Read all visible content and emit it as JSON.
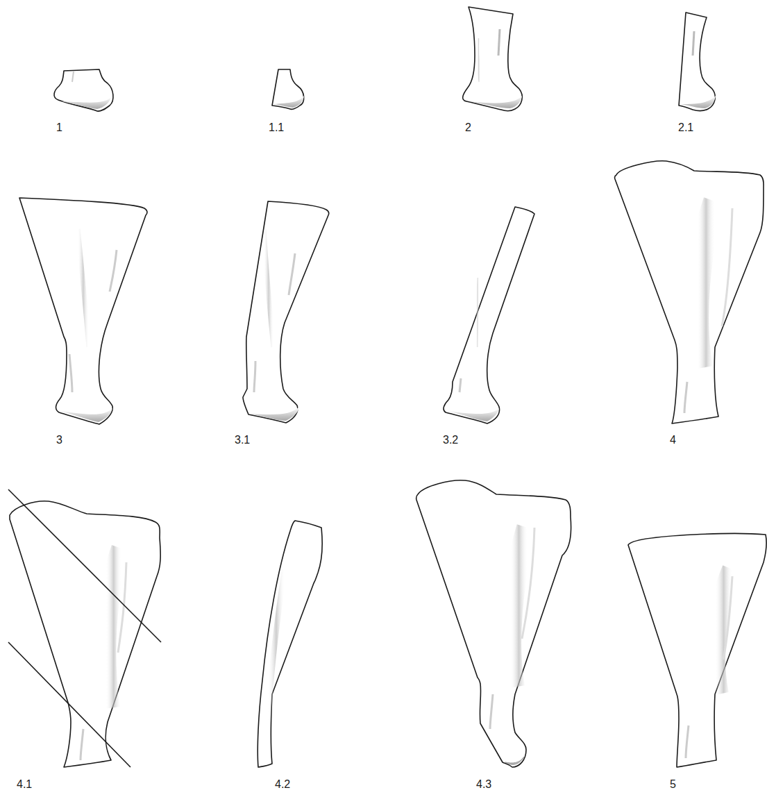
{
  "diagram": {
    "labels": [
      "1",
      "1.1",
      "2",
      "2.1",
      "3",
      "3.1",
      "3.2",
      "4",
      "4.1",
      "4.2",
      "4.3",
      "5"
    ]
  }
}
